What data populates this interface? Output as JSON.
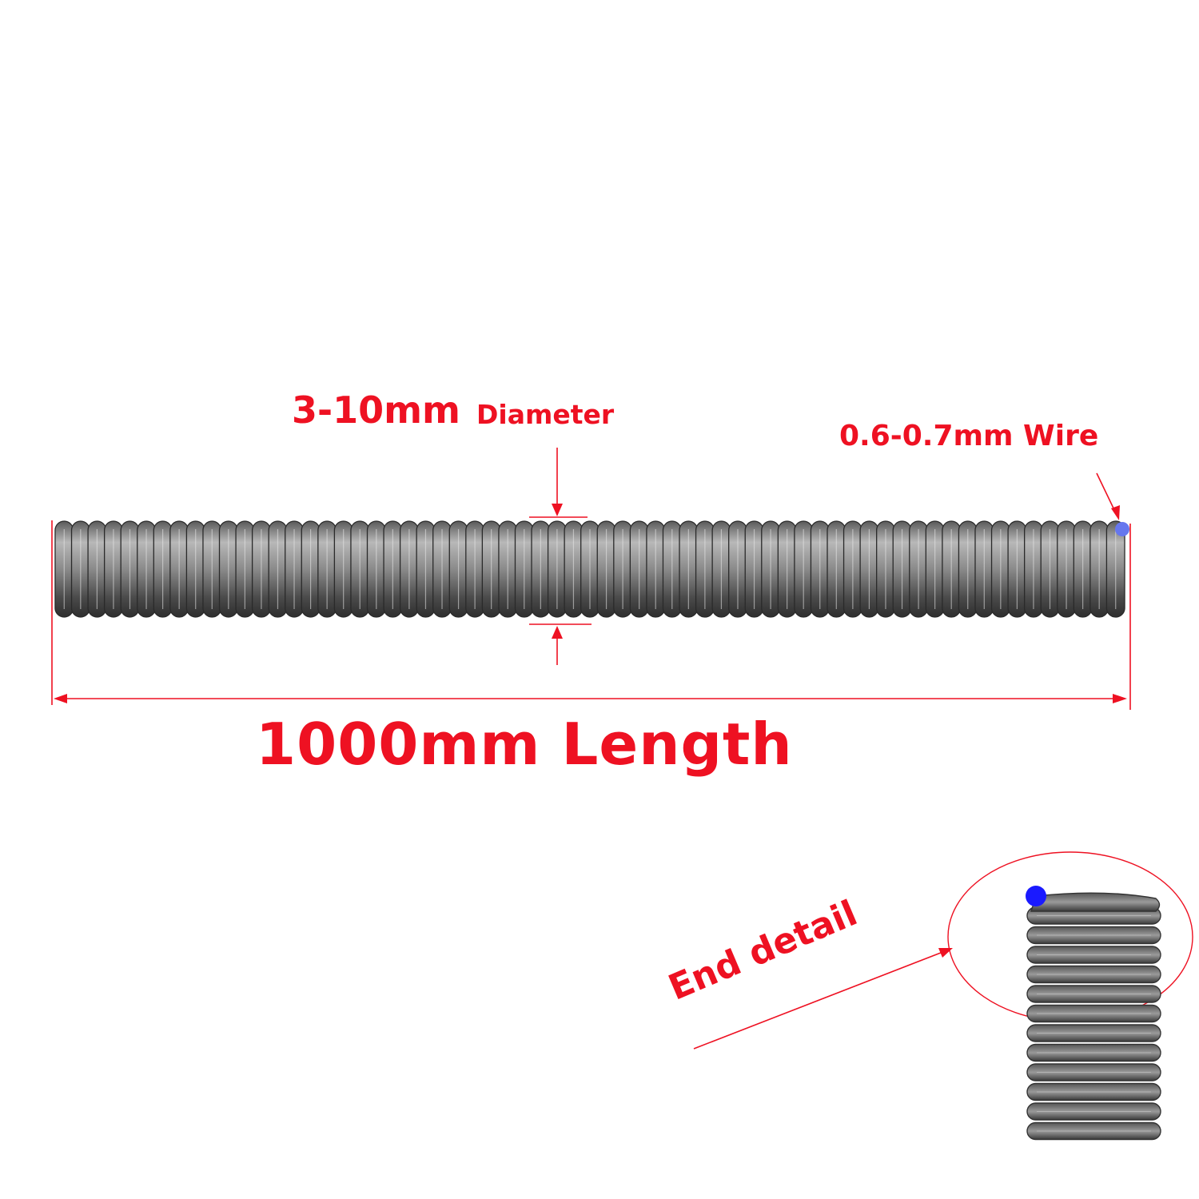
{
  "labels": {
    "diameter_value": "3-10mm",
    "diameter_word": "Diameter",
    "wire": "0.6-0.7mm Wire",
    "length": "1000mm  Length",
    "end_detail": "End detail"
  },
  "colors": {
    "annotation": "#ee1122",
    "wire_end_marker": "#1a1aff",
    "wire_end_marker_light": "#6677ee",
    "coil_dark": "#3a3a3a",
    "coil_mid": "#7d7d7d",
    "coil_light": "#d8d8d8"
  },
  "spring": {
    "coil_count": 65
  },
  "end_detail": {
    "coil_count": 12
  }
}
